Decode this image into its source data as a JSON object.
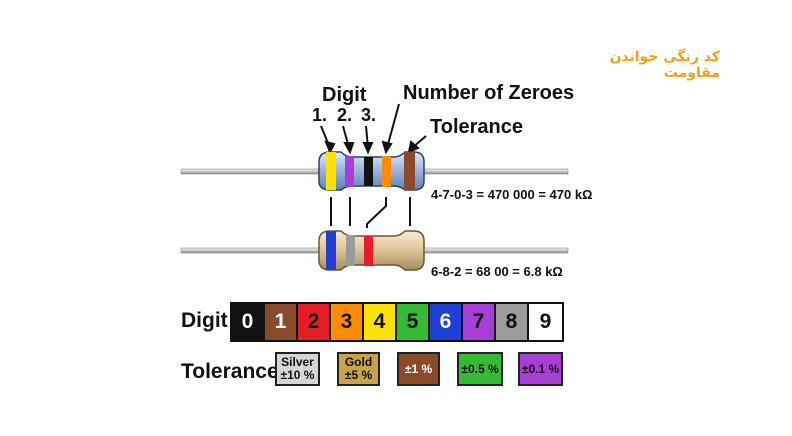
{
  "title": "کد رنگی خواندن مقاومت",
  "labels": {
    "digit_header": "Digit",
    "num1": "1.",
    "num2": "2.",
    "num3": "3.",
    "zeroes": "Number of Zeroes",
    "tolerance_header": "Tolerance"
  },
  "resistor1": {
    "equation": "4-7-0-3 = 470 000 = 470 kΩ",
    "bands": [
      "#ffe100",
      "#a63fd6",
      "#111111",
      "#ff8c00",
      "#8b4a2b"
    ]
  },
  "resistor2": {
    "equation": "6-8-2 = 68 00 = 6.8 kΩ",
    "bands": [
      "#1f3fd6",
      "#9b9b9b",
      "#e41e26"
    ]
  },
  "digit_row": {
    "label": "Digit",
    "cells": [
      {
        "text": "0",
        "bg": "#111111",
        "fg": "#ffffff"
      },
      {
        "text": "1",
        "bg": "#8b4a2b",
        "fg": "#ffffff"
      },
      {
        "text": "2",
        "bg": "#e41e26",
        "fg": "#111111"
      },
      {
        "text": "3",
        "bg": "#ff8c00",
        "fg": "#111111"
      },
      {
        "text": "4",
        "bg": "#ffe100",
        "fg": "#111111"
      },
      {
        "text": "5",
        "bg": "#33bb33",
        "fg": "#111111"
      },
      {
        "text": "6",
        "bg": "#1f3fd6",
        "fg": "#ffffff"
      },
      {
        "text": "7",
        "bg": "#a63fd6",
        "fg": "#111111"
      },
      {
        "text": "8",
        "bg": "#9b9b9b",
        "fg": "#111111"
      },
      {
        "text": "9",
        "bg": "#ffffff",
        "fg": "#111111"
      }
    ]
  },
  "tolerance_row": {
    "label": "Tolerance",
    "items": [
      {
        "name": "Silver",
        "value": "±10 %",
        "bg": "#d6d6d6",
        "fg": "#111111"
      },
      {
        "name": "Gold",
        "value": "±5 %",
        "bg": "#c9a34a",
        "fg": "#111111"
      },
      {
        "name": "",
        "value": "±1 %",
        "bg": "#8b4a2b",
        "fg": "#ffffff"
      },
      {
        "name": "",
        "value": "±0.5 %",
        "bg": "#33bb33",
        "fg": "#111111"
      },
      {
        "name": "",
        "value": "±0.1 %",
        "bg": "#a63fd6",
        "fg": "#111111"
      }
    ]
  }
}
